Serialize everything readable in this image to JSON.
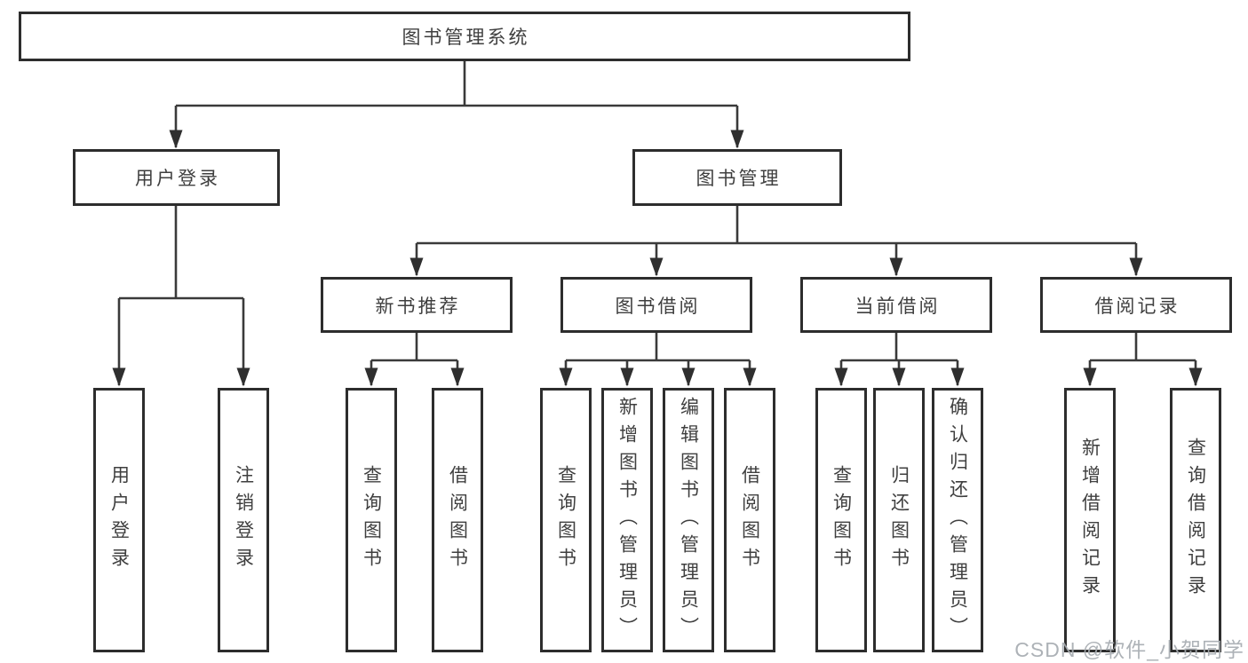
{
  "diagram": {
    "title": "图书管理系统",
    "type": "hierarchy-tree"
  },
  "colors": {
    "bg": "#ffffff",
    "border": "#2d2d2d",
    "line": "#3a3a3a",
    "text": "#3f3f3f",
    "watermark": "#a7acb1"
  },
  "nodes": {
    "root": {
      "label": "图书管理系统"
    },
    "user_login": {
      "label": "用户登录"
    },
    "book_mgmt": {
      "label": "图书管理"
    },
    "new_book_rec": {
      "label": "新书推荐"
    },
    "book_borrow": {
      "label": "图书借阅"
    },
    "current_borrow": {
      "label": "当前借阅"
    },
    "borrow_records": {
      "label": "借阅记录"
    },
    "leaf_user_login": {
      "label": "用户登录"
    },
    "leaf_logout": {
      "label": "注销登录"
    },
    "leaf_query_book_rec": {
      "label": "查询图书"
    },
    "leaf_borrow_book_rec": {
      "label": "借阅图书"
    },
    "leaf_query_book_borrow": {
      "label": "查询图书"
    },
    "leaf_add_book_admin": {
      "label": "新增图书（管理员）"
    },
    "leaf_edit_book_admin": {
      "label": "编辑图书（管理员）"
    },
    "leaf_borrow_book_borrow": {
      "label": "借阅图书"
    },
    "leaf_query_book_current": {
      "label": "查询图书"
    },
    "leaf_return_book": {
      "label": "归还图书"
    },
    "leaf_confirm_return_admin": {
      "label": "确认归还（管理员）"
    },
    "leaf_add_borrow_record": {
      "label": "新增借阅记录"
    },
    "leaf_query_borrow_record": {
      "label": "查询借阅记录"
    }
  },
  "watermark": {
    "text": "CSDN @软件_小贺同学"
  }
}
